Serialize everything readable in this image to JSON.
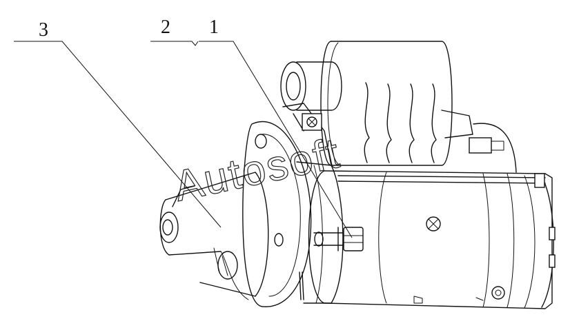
{
  "callouts": [
    {
      "id": "1",
      "label": "1"
    },
    {
      "id": "2",
      "label": "2"
    },
    {
      "id": "3",
      "label": "3"
    }
  ],
  "watermark": {
    "text": "Autosoft"
  },
  "colors": {
    "line": "#111111",
    "background": "#ffffff"
  }
}
